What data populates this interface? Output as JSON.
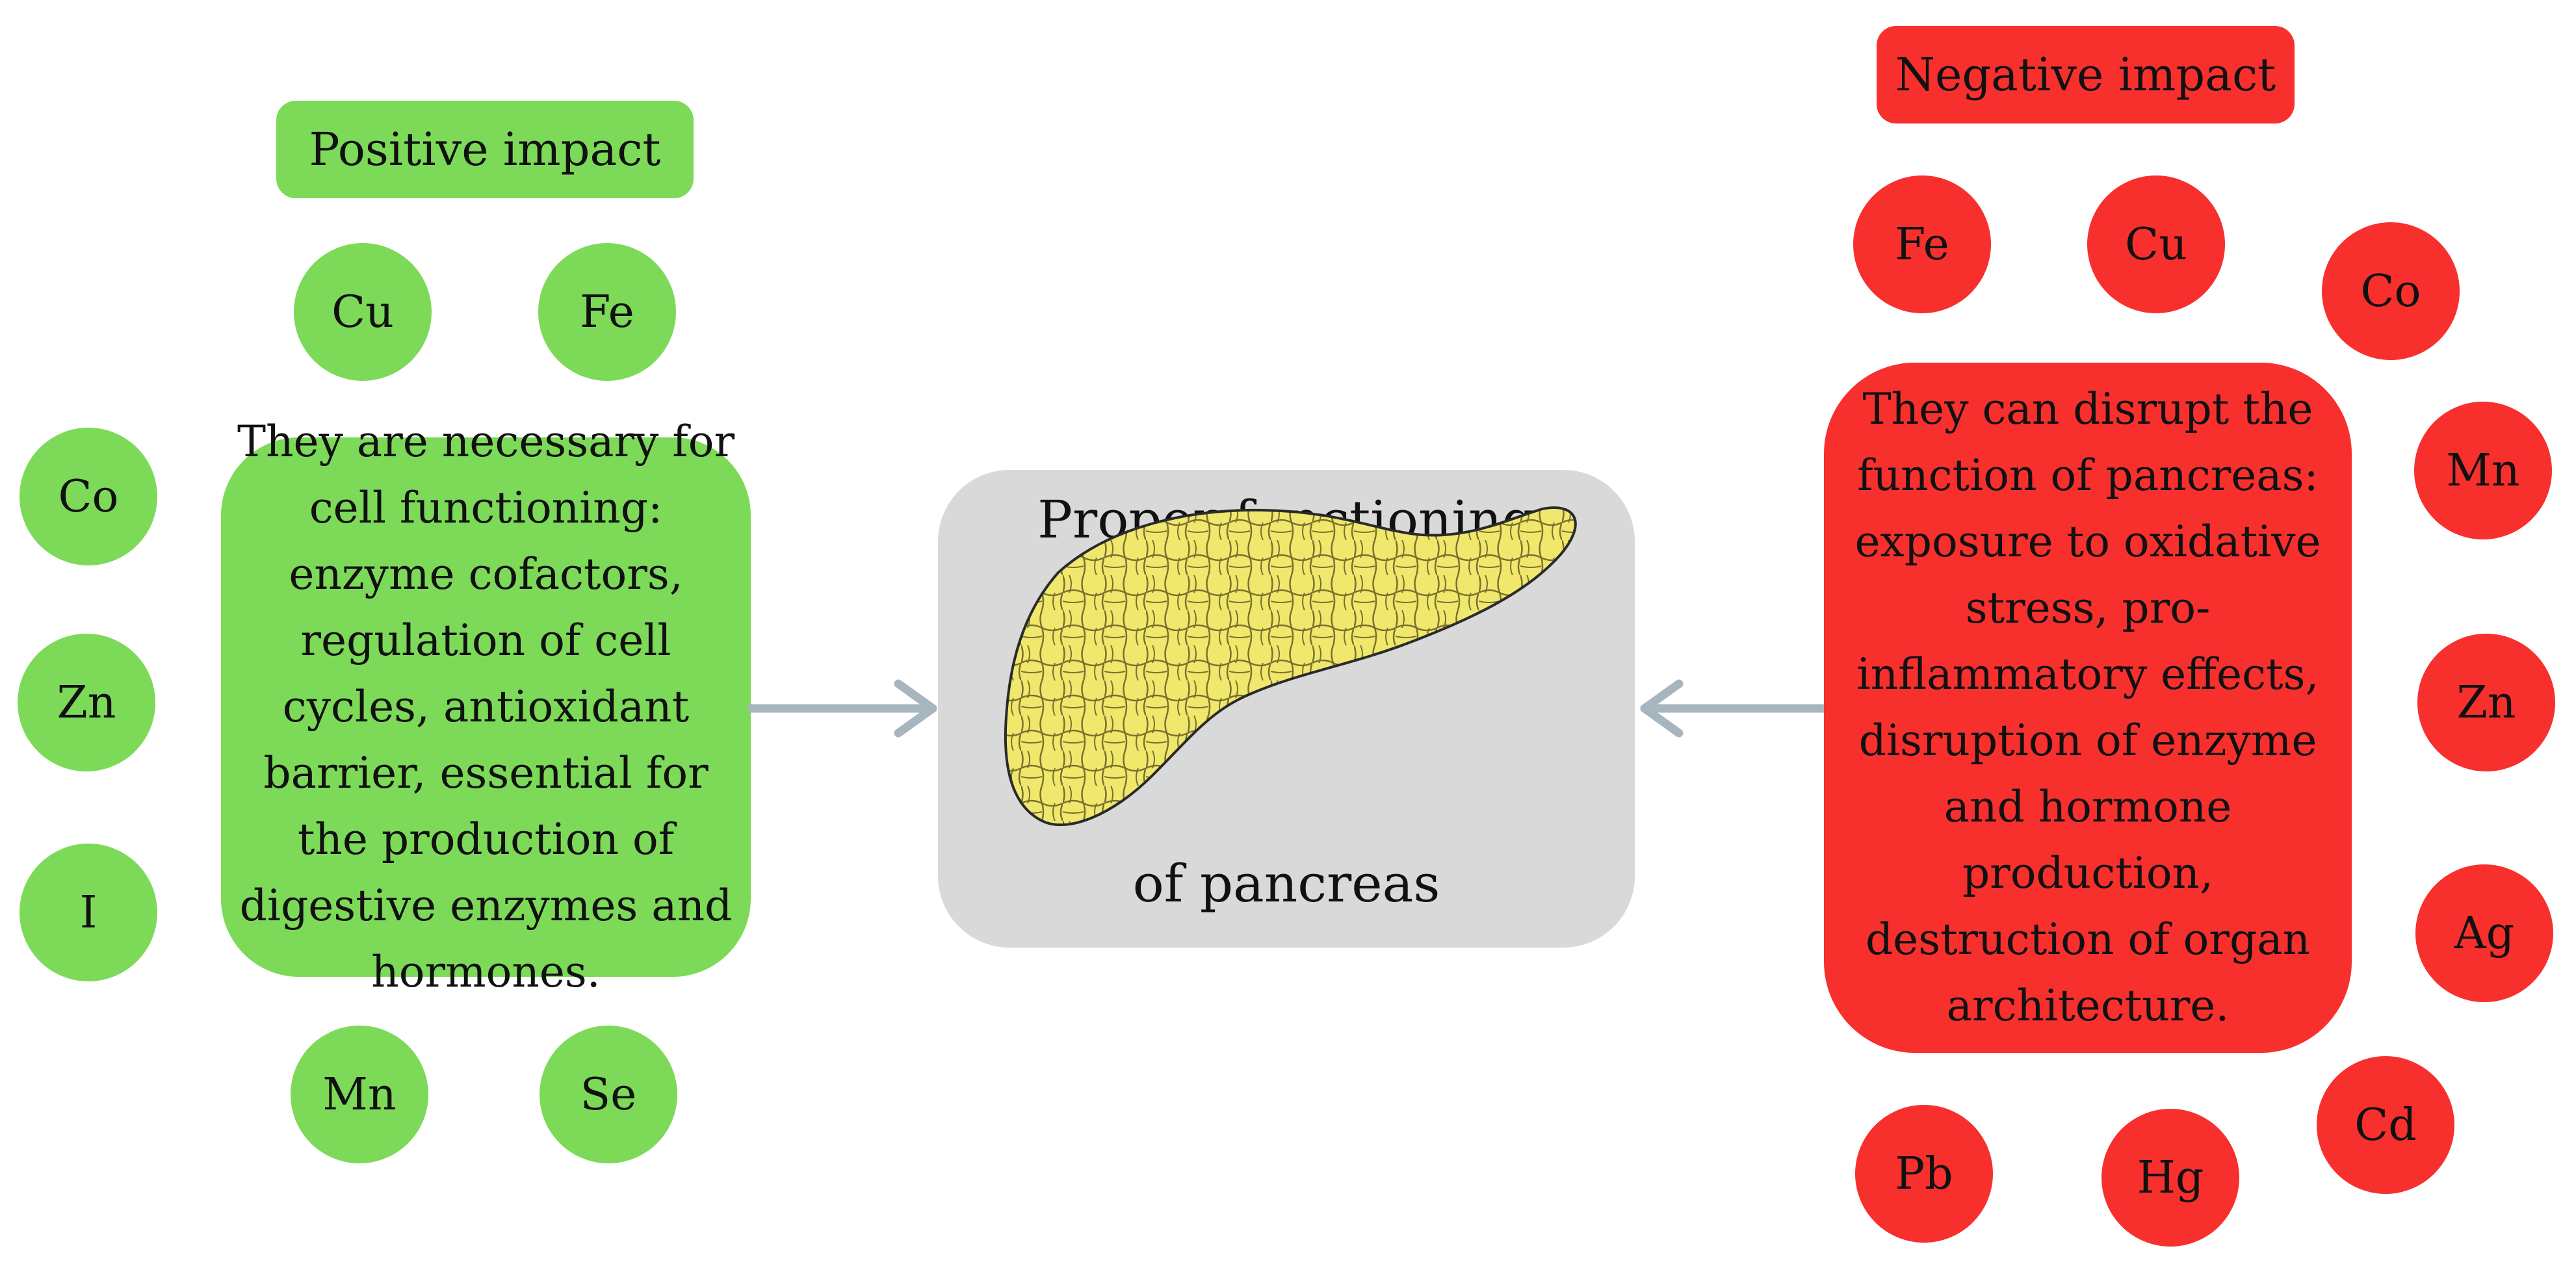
{
  "positive": {
    "label": "Positive impact",
    "elements": [
      "Cu",
      "Fe",
      "Co",
      "Zn",
      "I",
      "Mn",
      "Se"
    ],
    "description": "They are necessary for cell functioning: enzyme cofactors, regulation of cell cycles, antioxidant barrier, essential for the production of digestive enzymes and hormones.",
    "color": "#7dda58"
  },
  "negative": {
    "label": "Negative impact",
    "elements": [
      "Fe",
      "Cu",
      "Co",
      "Mn",
      "Zn",
      "Ag",
      "Cd",
      "Hg",
      "Pb"
    ],
    "description": "They can disrupt the function of pancreas: exposure to oxidative stress, pro-inflammatory effects, disruption of enzyme and hormone production, destruction of organ architecture.",
    "color": "#f7302e"
  },
  "center": {
    "title": "Proper functioning",
    "subtitle": "of pancreas"
  }
}
